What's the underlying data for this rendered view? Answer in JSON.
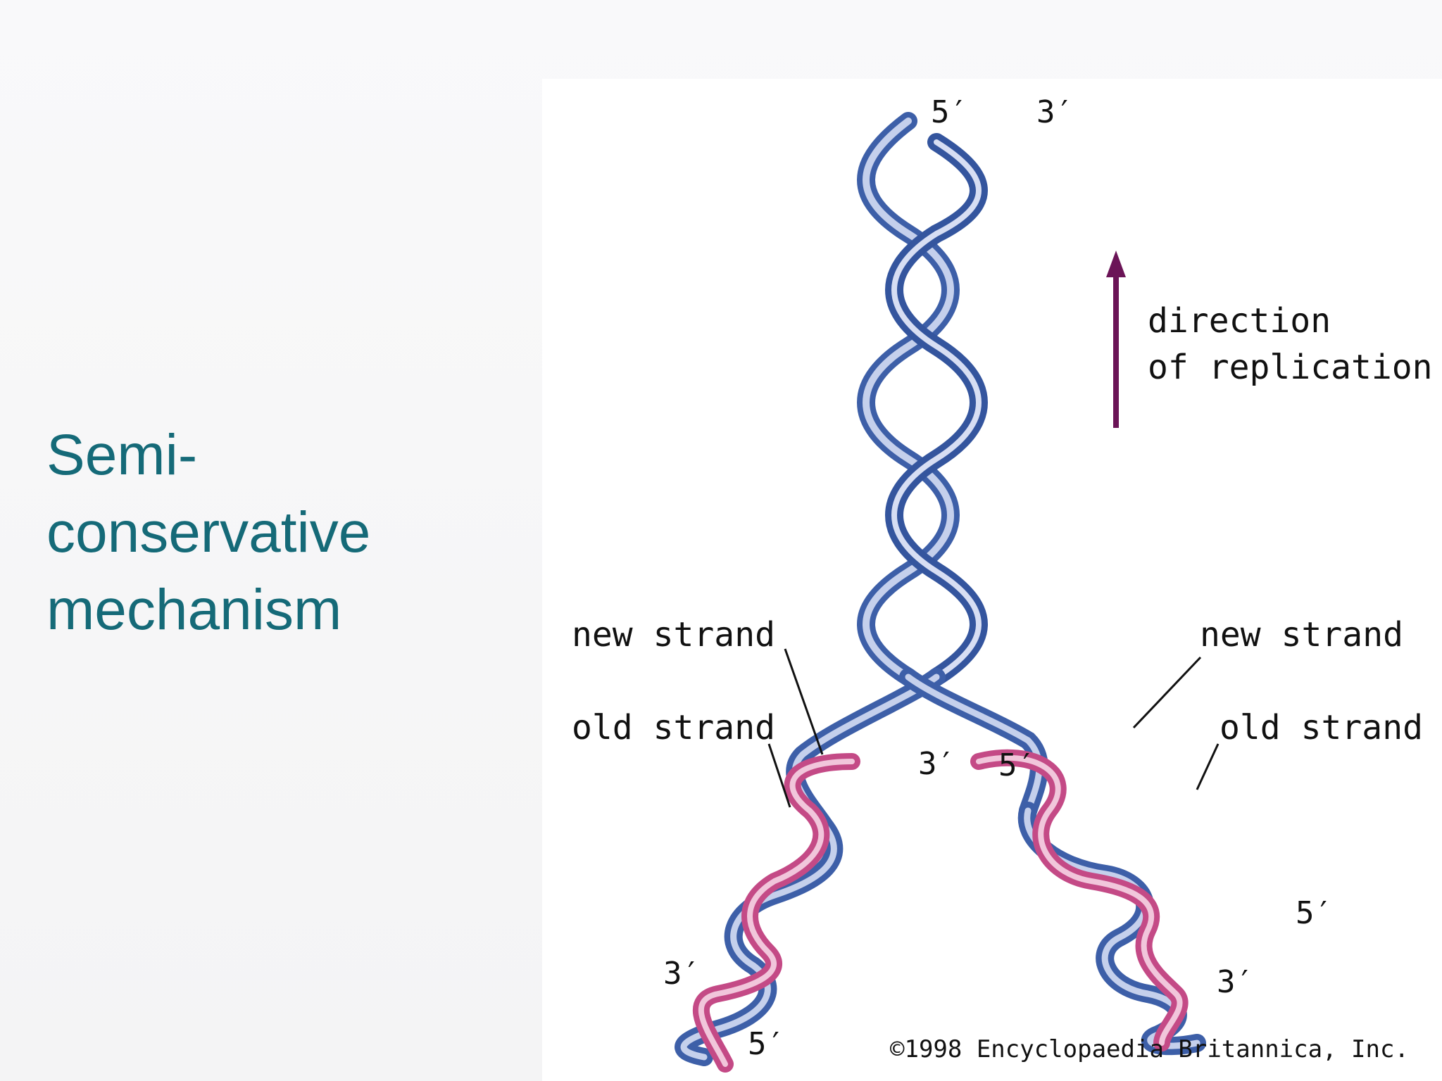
{
  "slide": {
    "title_lines": [
      "Semi-",
      "conservative",
      "mechanism"
    ]
  },
  "figure": {
    "labels": {
      "top_5prime": "5′",
      "top_3prime": "3′",
      "direction_line1": "direction",
      "direction_line2": "of replication",
      "left_new_strand": "new strand",
      "left_old_strand": "old strand",
      "left_3prime_upper": "3′",
      "left_3prime_lower": "3′",
      "left_5prime_bottom": "5′",
      "right_new_strand": "new strand",
      "right_old_strand": "old strand",
      "right_5prime_upper": "5′",
      "right_5prime_lower": "5′",
      "right_3prime_bottom": "3′",
      "copyright": "©1998 Encyclopaedia Britannica, Inc."
    },
    "colors": {
      "old_strand": "#3d5fa8",
      "old_strand_light": "#c5d0ec",
      "new_strand": "#c44a86",
      "new_strand_light": "#f1c6db",
      "arrow": "#6b1457",
      "title": "#156a78"
    }
  }
}
